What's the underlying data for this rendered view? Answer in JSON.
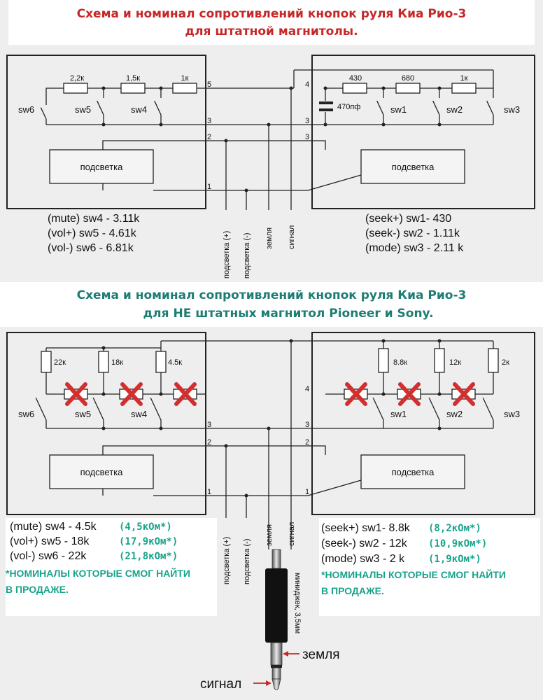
{
  "diagram1": {
    "title_line1": "Схема и номинал сопротивлений кнопок руля Киа Рио-3",
    "title_line2": "для штатной магнитолы.",
    "left_res": [
      "2,2к",
      "1,5к",
      "1к"
    ],
    "right_res": [
      "430",
      "680",
      "1к"
    ],
    "cap": "470пф",
    "left_sw": [
      "sw6",
      "sw5",
      "sw4"
    ],
    "right_sw": [
      "sw1",
      "sw2",
      "sw3"
    ],
    "box_label": "подсветка",
    "pins_left": [
      "5",
      "3",
      "2",
      "1"
    ],
    "pins_right": [
      "4",
      "3",
      "3"
    ],
    "wires": [
      "подсветка (+)",
      "подсветка (-)",
      "земля",
      "сигнал"
    ],
    "left_values": [
      "(mute) sw4 - 3.11k",
      "(vol+) sw5 - 4.61k",
      "(vol-) sw6 - 6.81k"
    ],
    "right_values": [
      "(seek+) sw1- 430",
      "(seek-) sw2 - 1.11k",
      "(mode) sw3 - 2.11 k"
    ]
  },
  "diagram2": {
    "title_line1": "Схема и номинал сопротивлений кнопок руля Киа Рио-3",
    "title_line2": "для НЕ штатных магнитол Pioneer и Sony.",
    "left_res": [
      "22к",
      "18к",
      "4.5к"
    ],
    "right_res": [
      "8.8к",
      "12к",
      "2к"
    ],
    "left_sw": [
      "sw6",
      "sw5",
      "sw4"
    ],
    "right_sw": [
      "sw1",
      "sw2",
      "sw3"
    ],
    "box_label": "подсветка",
    "pins_left": [
      "3",
      "2",
      "1"
    ],
    "pin_right_top": "4",
    "wires": [
      "подсветка (+)",
      "подсветка (-)",
      "земля",
      "сигнал"
    ],
    "left_values": [
      "(mute) sw4 - 4.5k",
      "(vol+) sw5 - 18k",
      "(vol-) sw6 - 22k"
    ],
    "left_found": [
      "(4,5кОм*)",
      "(17,9кОм*)",
      "(21,8кОм*)"
    ],
    "right_values": [
      "(seek+) sw1- 8.8k",
      "(seek-) sw2 - 12k",
      "(mode) sw3 - 2 k"
    ],
    "right_found": [
      "(8,2кОм*)",
      "(10,9кОм*)",
      "(1,9кОм*)"
    ],
    "note_line1": "*НОМИНАЛЫ КОТОРЫЕ СМОГ НАЙТИ",
    "note_line2": "В ПРОДАЖЕ.",
    "jack_label": "миниджек, 3,5мм",
    "ground_label": "земля",
    "signal_label": "сигнал"
  },
  "colors": {
    "title1": "#c62828",
    "title2": "#1e7d73",
    "note": "#19a38a",
    "cross": "#d32f2f"
  }
}
